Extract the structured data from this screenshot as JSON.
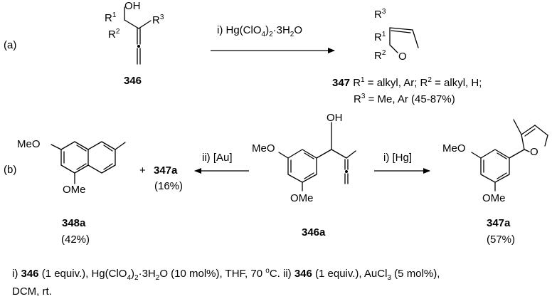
{
  "part_a": {
    "label": "(a)",
    "sm_number": "346",
    "sm_atoms": {
      "oh": "OH",
      "r1": "R",
      "r1_sup": "1",
      "r2": "R",
      "r2_sup": "2",
      "r3": "R",
      "r3_sup": "3"
    },
    "arrow_reagent_prefix": "i) Hg(ClO",
    "arrow_reagent_sub4": "4",
    "arrow_reagent_close": ")",
    "arrow_reagent_sub2": "2",
    "arrow_reagent_suffix": "·3H",
    "arrow_reagent_sub_h2": "2",
    "arrow_reagent_tail": "O",
    "product_atoms": {
      "r3": "R",
      "r3_sup": "3",
      "r1": "R",
      "r1_sup": "1",
      "r2": "R",
      "r2_sup": "2",
      "o": "O"
    },
    "product_number": "347",
    "product_line1_a": " R",
    "product_line1_sup1": "1",
    "product_line1_b": " = alkyl, Ar; R",
    "product_line1_sup2": "2",
    "product_line1_c": " = alkyl, H;",
    "product_line2_a": "R",
    "product_line2_sup3": "3",
    "product_line2_b": " = Me, Ar (45-87%)"
  },
  "part_b": {
    "label": "(b)",
    "left_arrow_reagent": "ii) [Au]",
    "right_arrow_reagent": "i) [Hg]",
    "plus": "+",
    "byproduct_number": "347a",
    "byproduct_yield": "(16%)",
    "naph": {
      "meo": "MeO",
      "ome": "OMe",
      "number": "348a",
      "yield": "(42%)"
    },
    "sm": {
      "oh": "OH",
      "meo": "MeO",
      "ome": "OMe",
      "number": "346a"
    },
    "prod": {
      "meo": "MeO",
      "ome": "OMe",
      "o": "O",
      "number": "347a",
      "yield": "(57%)"
    }
  },
  "footnote": {
    "l1_a": "i) ",
    "l1_b": "346",
    "l1_c": " (1 equiv.), Hg(ClO",
    "l1_sub4": "4",
    "l1_d": ")",
    "l1_sub2": "2",
    "l1_e": "·3H",
    "l1_sub2b": "2",
    "l1_f": "O (10 mol%), THF, 70 ",
    "l1_sup_o": "o",
    "l1_g": "C. ii) ",
    "l1_h": "346",
    "l1_i": " (1 equiv.), AuCl",
    "l1_sub3": "3",
    "l1_j": " (5 mol%),",
    "l2": "DCM, rt."
  }
}
